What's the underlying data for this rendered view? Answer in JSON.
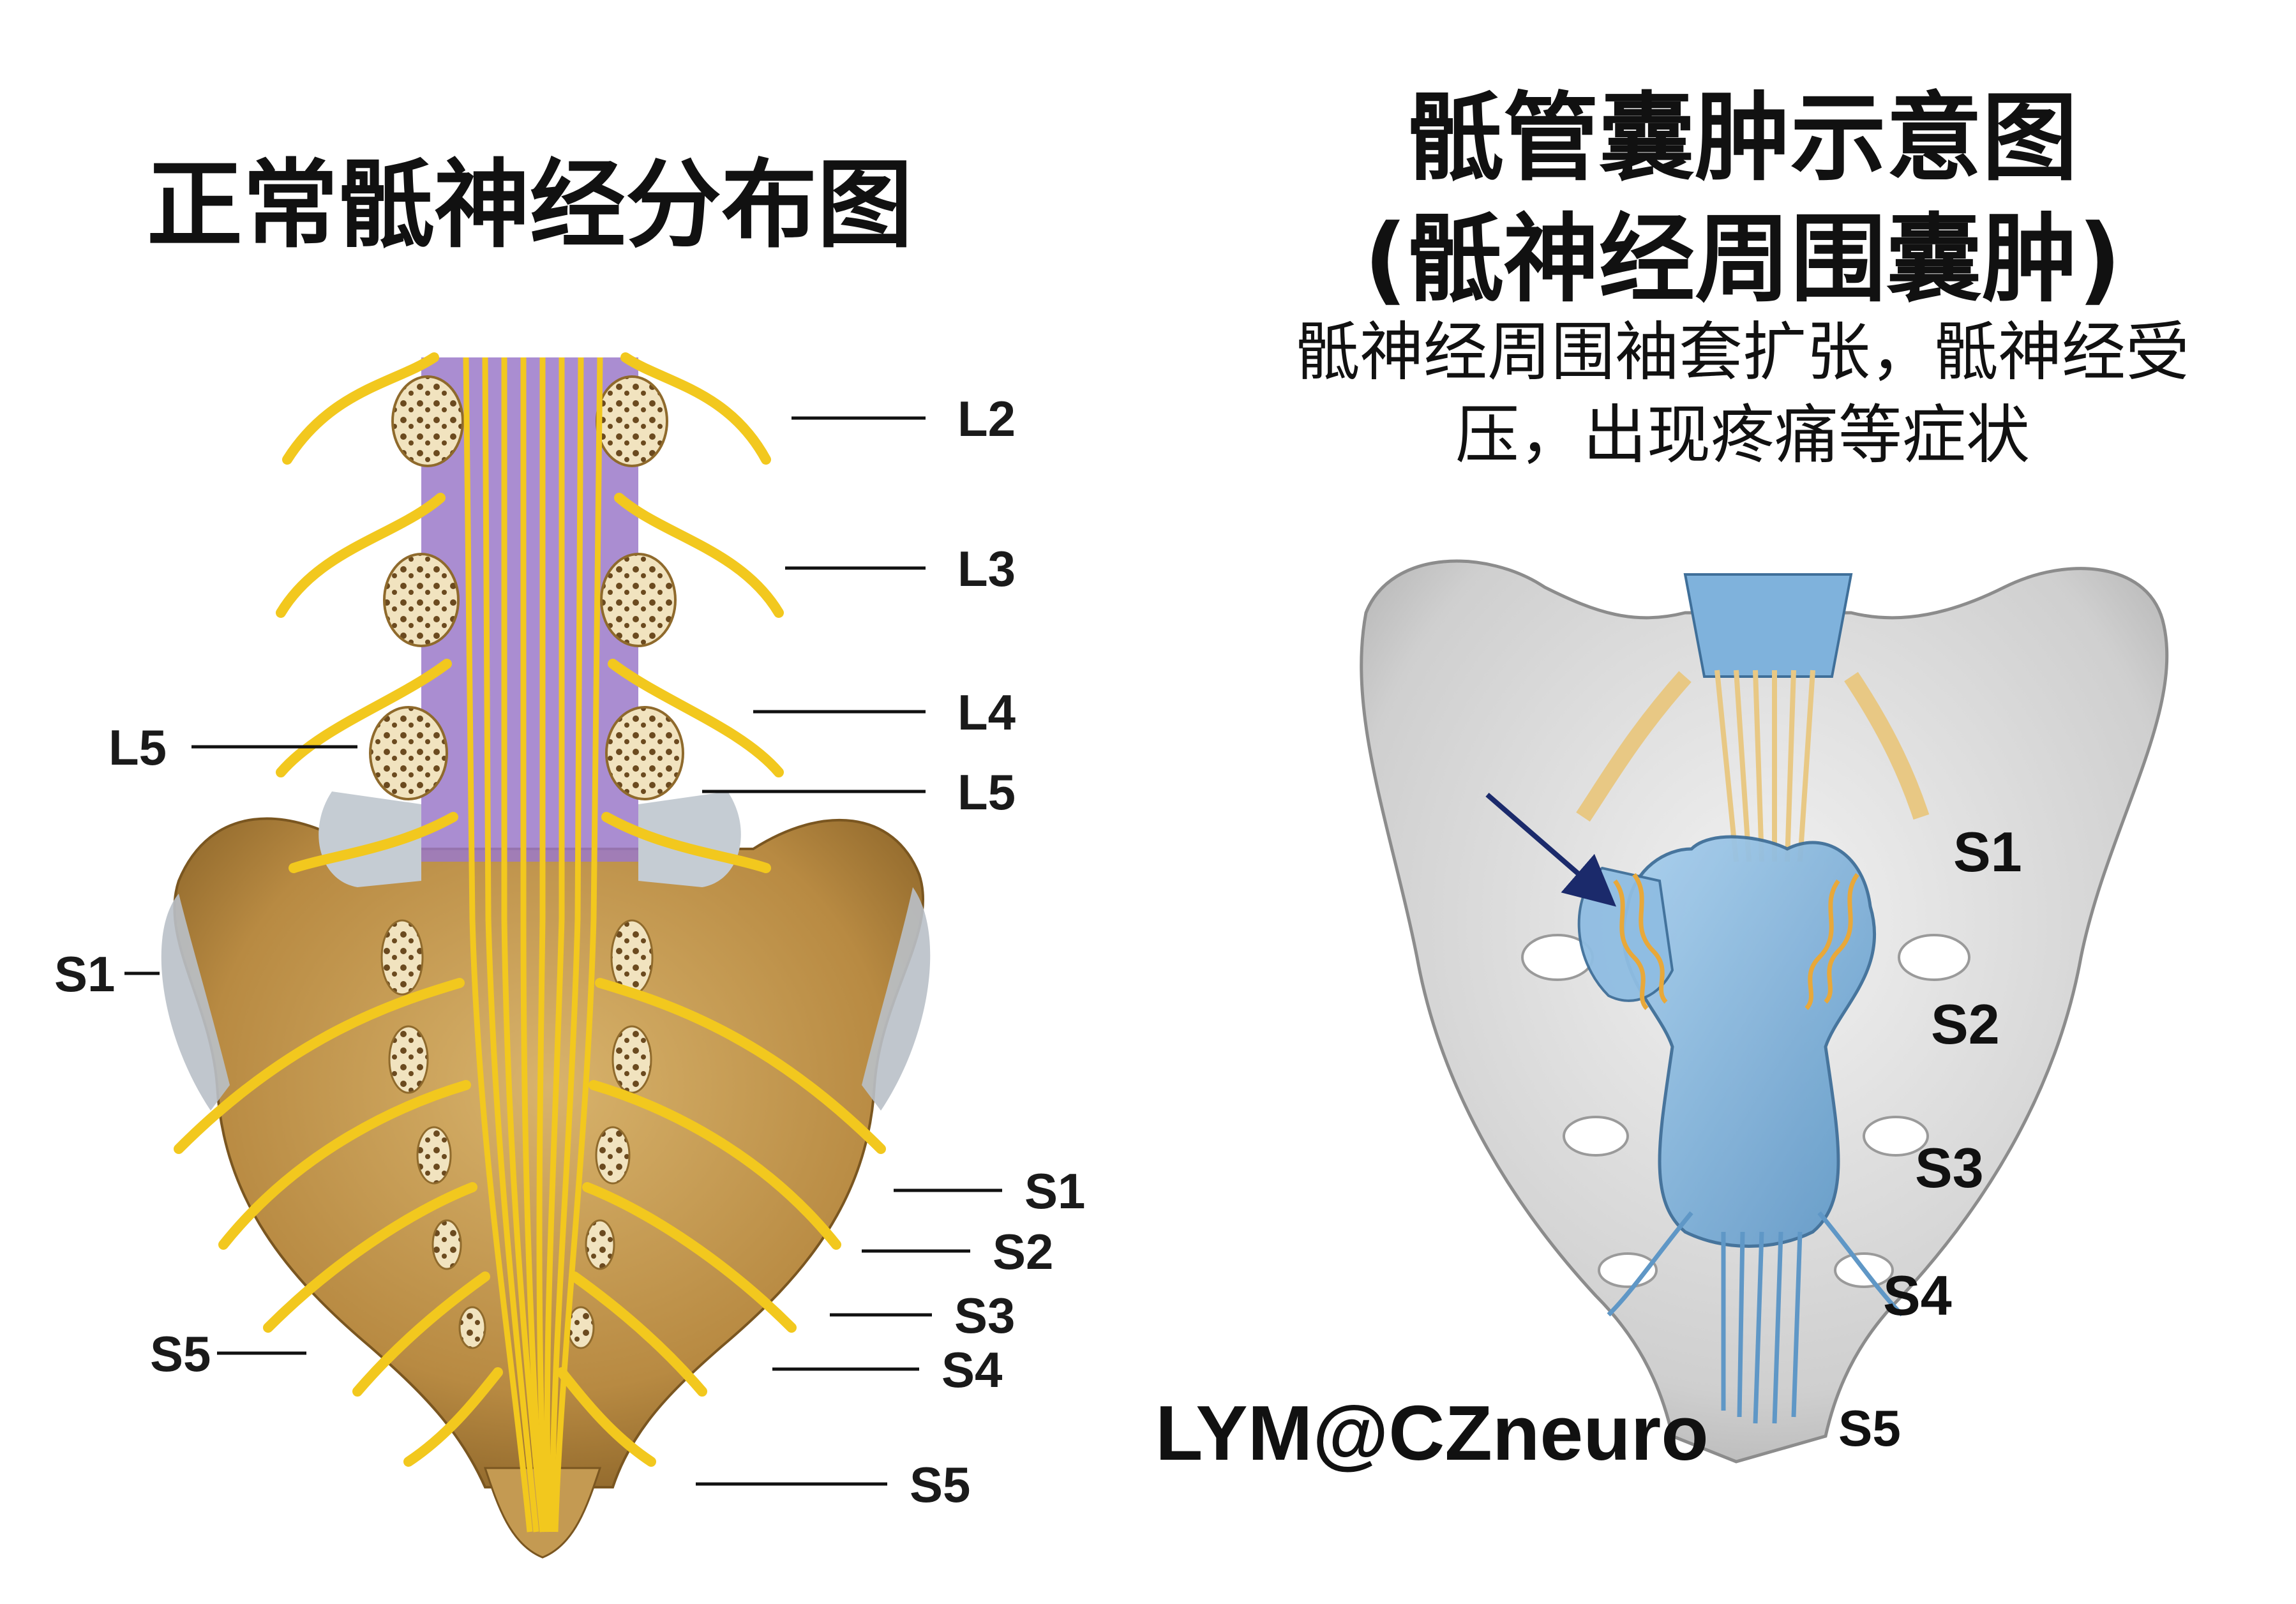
{
  "left_panel": {
    "title": "正常骶神经分布图",
    "labels": {
      "L2": "L2",
      "L3": "L3",
      "L4": "L4",
      "L5_right": "L5",
      "L5_left": "L5",
      "S1_left": "S1",
      "S1_right": "S1",
      "S2": "S2",
      "S3": "S3",
      "S4": "S4",
      "S5_left": "S5",
      "S5_right": "S5"
    }
  },
  "right_panel": {
    "title_line1": "骶管囊肿示意图",
    "title_line2": "(骶神经周围囊肿)",
    "subtitle_line1": "骶神经周围袖套扩张，骶神经受",
    "subtitle_line2": "压，出现疼痛等症状",
    "labels": {
      "S1": "S1",
      "S2": "S2",
      "S3": "S3",
      "S4": "S4",
      "S5": "S5"
    },
    "watermark": "LYM@CZneuro"
  },
  "colors": {
    "nerve": "#f2c81e",
    "nerve_dark": "#c9960a",
    "bone_left": "#c49a52",
    "bone_left_dark": "#8f6a2c",
    "dura_purple": "#9b79c9",
    "bone_right": "#d9d9d9",
    "cyst_blue": "#7fb2dc",
    "arrow": "#1b2a6b"
  }
}
